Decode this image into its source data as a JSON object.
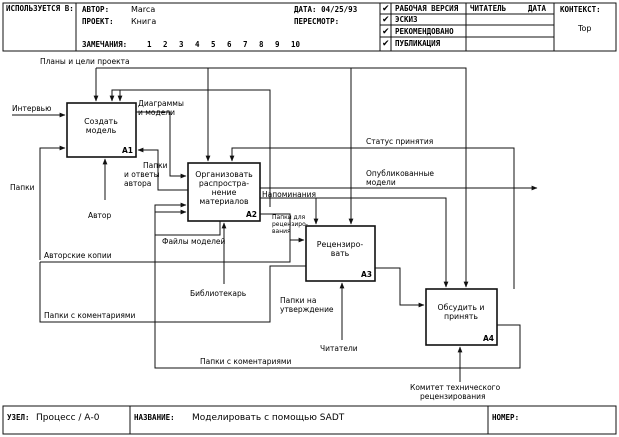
{
  "header": {
    "used_at_label": "ИСПОЛЬЗУЕТСЯ В:",
    "author_label": "АВТОР:",
    "author_value": "Marca",
    "project_label": "ПРОЕКТ:",
    "project_value": "Книга",
    "notes_label": "ЗАМЕЧАНИЯ:",
    "notes_numbers": [
      "1",
      "2",
      "3",
      "4",
      "5",
      "6",
      "7",
      "8",
      "9",
      "10"
    ],
    "date_label": "ДАТА: 04/25/93",
    "revision_label": "ПЕРЕСМОТР:",
    "status": [
      {
        "label": "РАБОЧАЯ ВЕРСИЯ",
        "checked": true
      },
      {
        "label": "ЭСКИЗ",
        "checked": true
      },
      {
        "label": "РЕКОМЕНДОВАНО",
        "checked": true
      },
      {
        "label": "ПУБЛИКАЦИЯ",
        "checked": true
      }
    ],
    "reader_label": "ЧИТАТЕЛЬ",
    "reader_date_label": "ДАТА",
    "context_label": "КОНТЕКСТ:",
    "context_value": "Top"
  },
  "boxes": [
    {
      "lines": [
        "Создать",
        "модель"
      ],
      "id": "A1"
    },
    {
      "lines": [
        "Организовать",
        "распростра-",
        "нение",
        "материалов"
      ],
      "id": "A2"
    },
    {
      "lines": [
        "Рецензиро-",
        "вать"
      ],
      "id": "A3"
    },
    {
      "lines": [
        "Обсудить и",
        "принять"
      ],
      "id": "A4"
    }
  ],
  "labels": {
    "plans": "Планы и цели проекта",
    "interview": "Интервью",
    "diagrams1": "Диаграммы",
    "diagrams2": "и модели",
    "status_accept": "Статус принятия",
    "folders_answers1": "Папки",
    "folders_answers2": "и ответы",
    "folders_answers3": "автора",
    "folders": "Папки",
    "published1": "Опубликованные",
    "published2": "модели",
    "reminders": "Напоминания",
    "author": "Автор",
    "review_folders1": "Папки для",
    "review_folders2": "рецензиро-",
    "review_folders3": "вания",
    "model_files": "Файлы моделей",
    "author_copies": "Авторские копии",
    "librarian": "Библиотекарь",
    "approval1": "Папки на",
    "approval2": "утверждение",
    "comments1": "Папки с коментариями",
    "comments2": "Папки с коментариями",
    "readers": "Читатели",
    "committee1": "Комитет технического",
    "committee2": "рецензирования"
  },
  "footer": {
    "node_label": "УЗЕЛ:",
    "node_value": "Процесс / А-0",
    "title_label": "НАЗВАНИЕ:",
    "title_value": "Моделировать с помощью SADT",
    "number_label": "НОМЕР:"
  }
}
